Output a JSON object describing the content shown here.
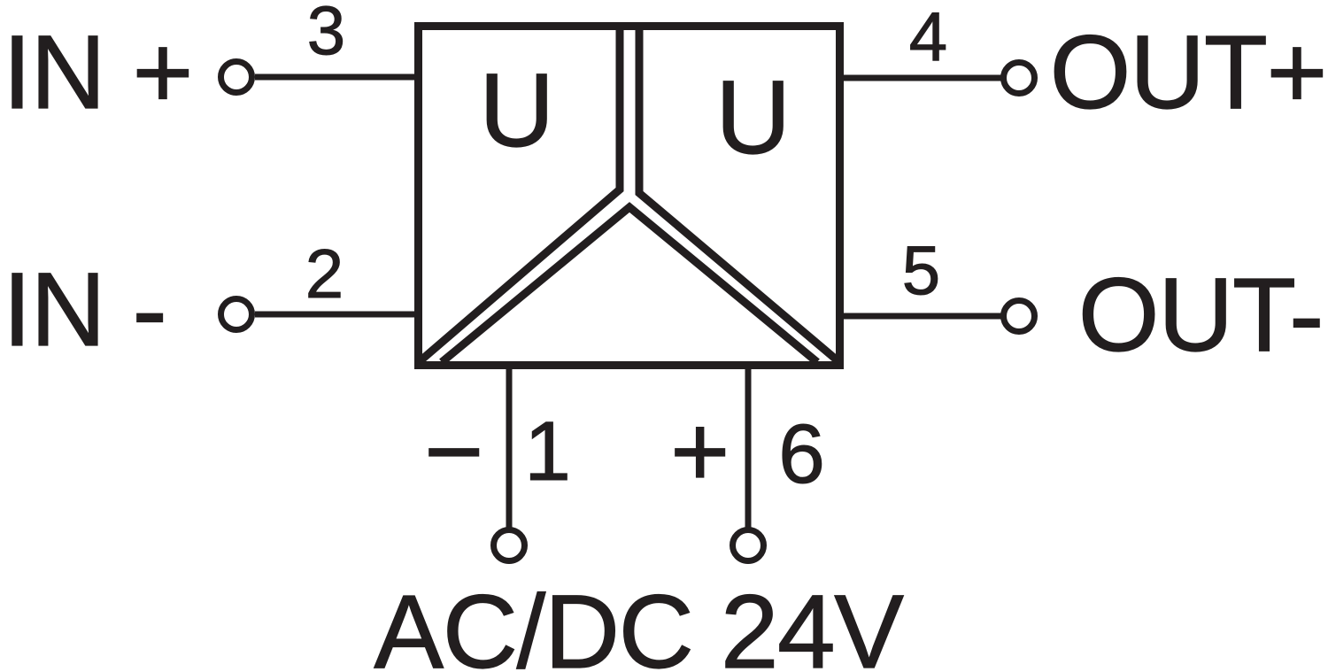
{
  "colors": {
    "line": "#221e1f",
    "background": "#ffffff"
  },
  "device": {
    "left_symbol": "U",
    "right_symbol": "U",
    "description": "signal isolator with galvanic isolation barrier"
  },
  "terminals": {
    "in_plus": {
      "label": "IN +",
      "pin": "3"
    },
    "in_minus": {
      "label": "IN -",
      "pin": "2"
    },
    "out_plus": {
      "label": "OUT+",
      "pin": "4"
    },
    "out_minus": {
      "label": "OUT-",
      "pin": "5"
    },
    "power_neg": {
      "sign": "−",
      "pin": "1"
    },
    "power_pos": {
      "sign": "+",
      "pin": "6"
    }
  },
  "power_label": "AC/DC 24V"
}
